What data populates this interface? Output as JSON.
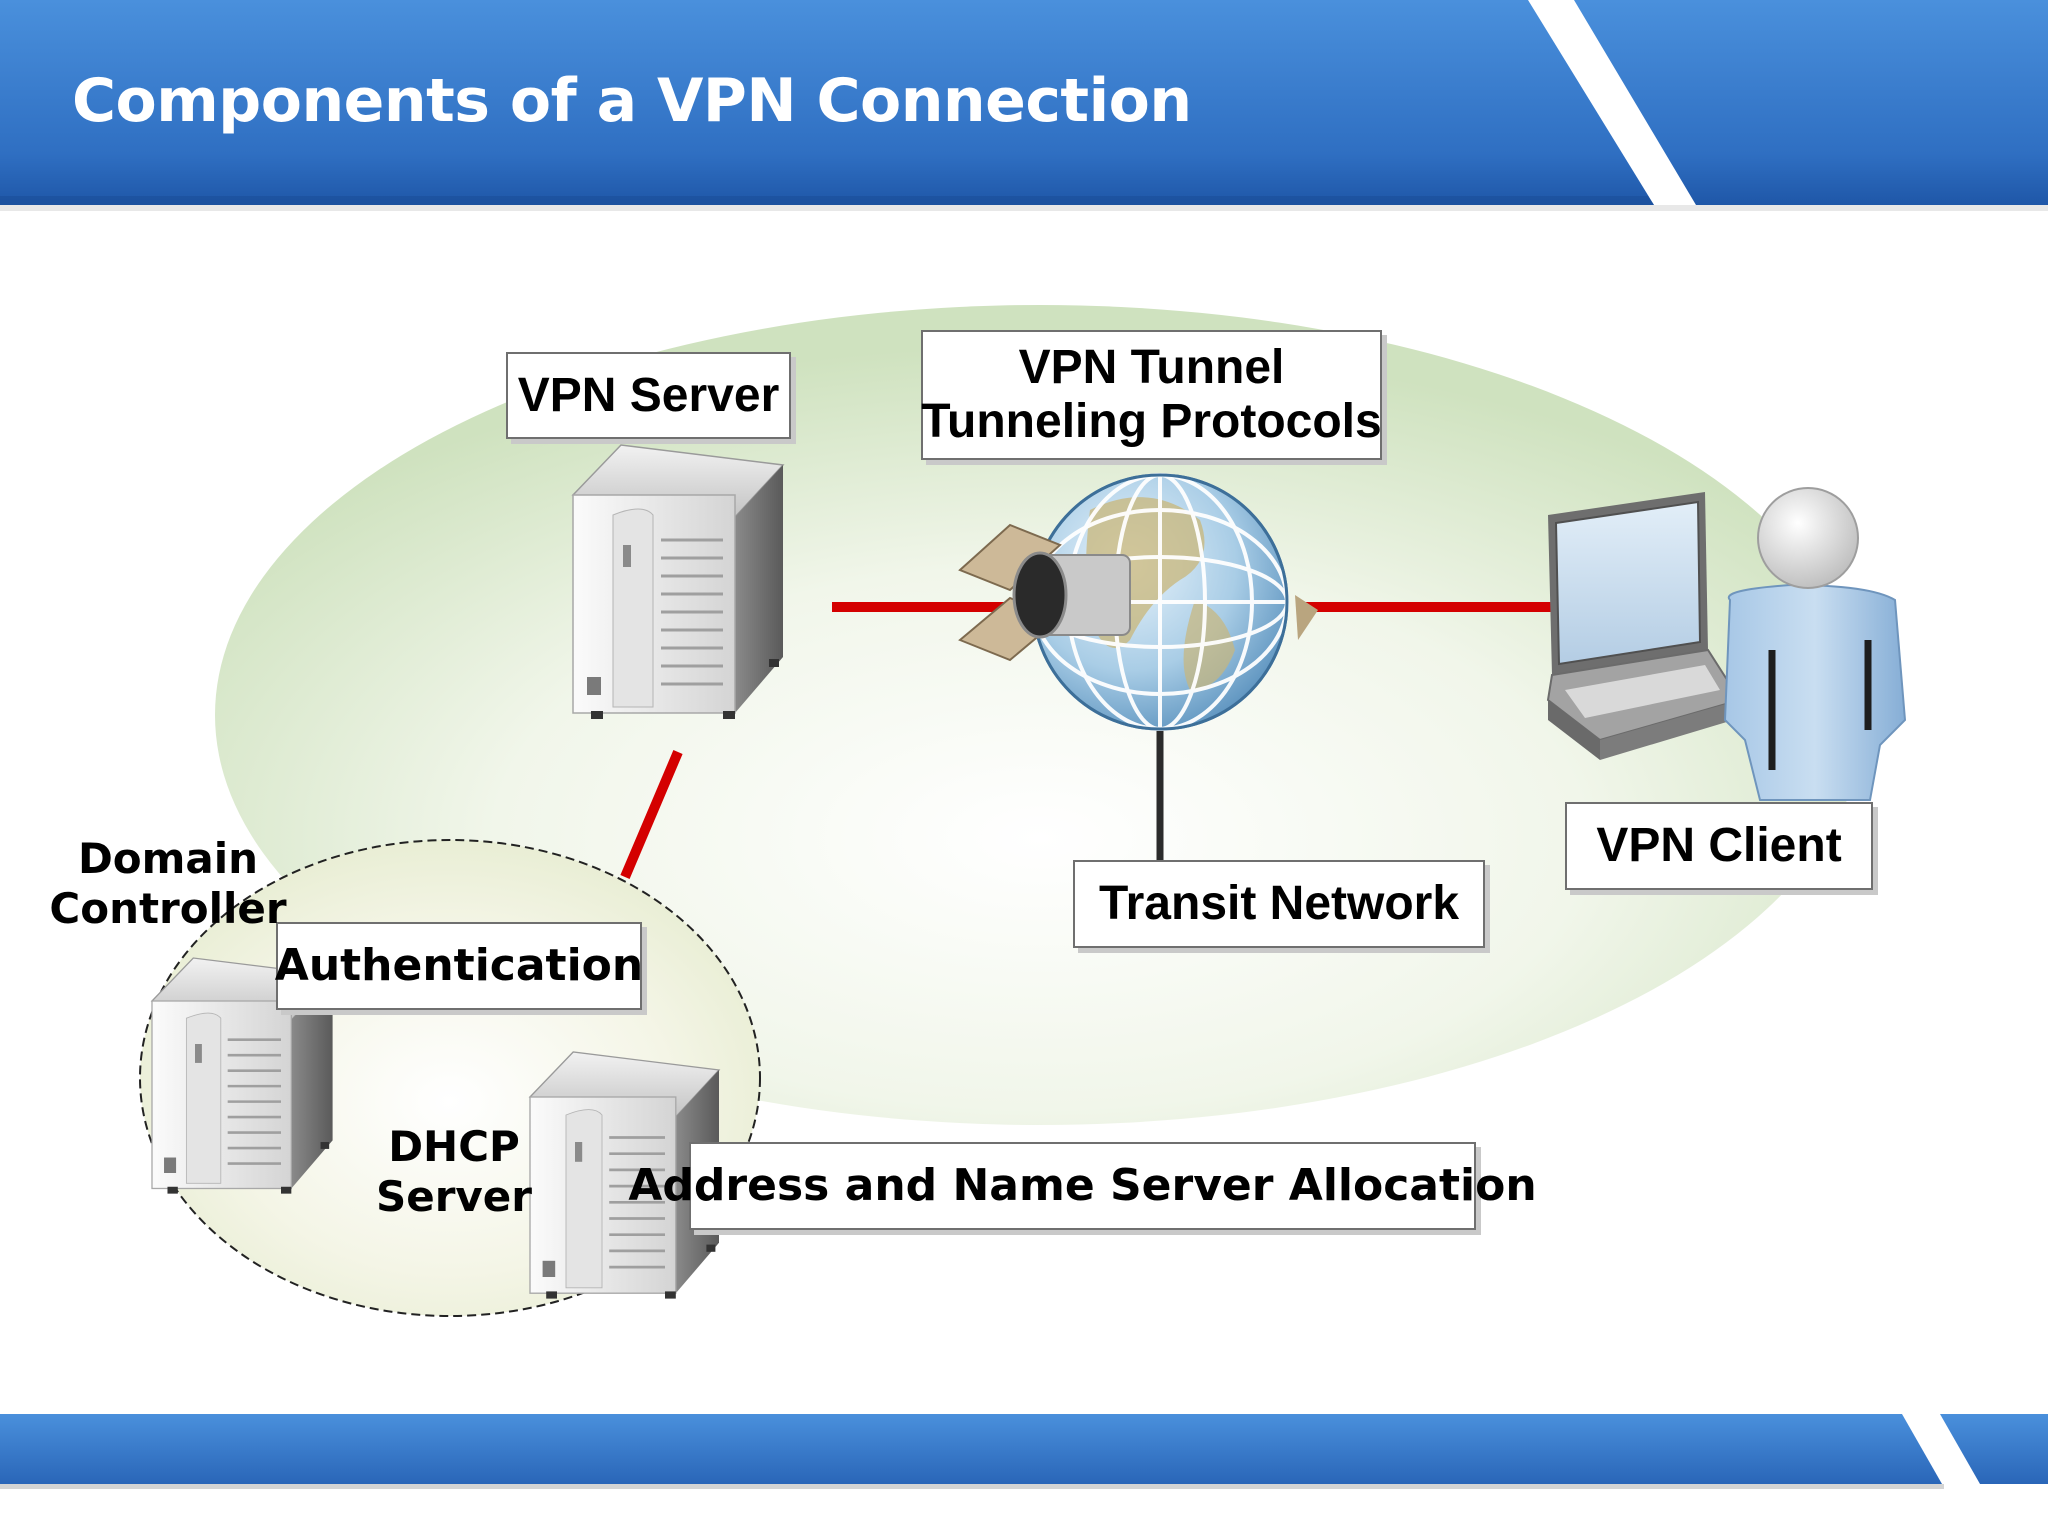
{
  "slide": {
    "title": "Components of a VPN Connection"
  },
  "labels": {
    "vpn_server": "VPN Server",
    "vpn_tunnel_line1": "VPN Tunnel",
    "vpn_tunnel_line2": "Tunneling Protocols",
    "vpn_client": "VPN Client",
    "transit_network": "Transit Network",
    "domain_controller_line1": "Domain",
    "domain_controller_line2": "Controller",
    "authentication": "Authentication",
    "dhcp_line1": "DHCP",
    "dhcp_line2": "Server",
    "address_allocation": "Address and Name Server Allocation"
  },
  "colors": {
    "header_blue": "#3f7fd0",
    "connection_red": "#d40000",
    "transit_line": "#2b2b2b",
    "ellipse_green": "#d3e4c4",
    "inner_ellipse": "#eef0da"
  },
  "icons": [
    "server-icon",
    "globe-icon",
    "tunnel-icon",
    "laptop-icon",
    "user-icon"
  ]
}
